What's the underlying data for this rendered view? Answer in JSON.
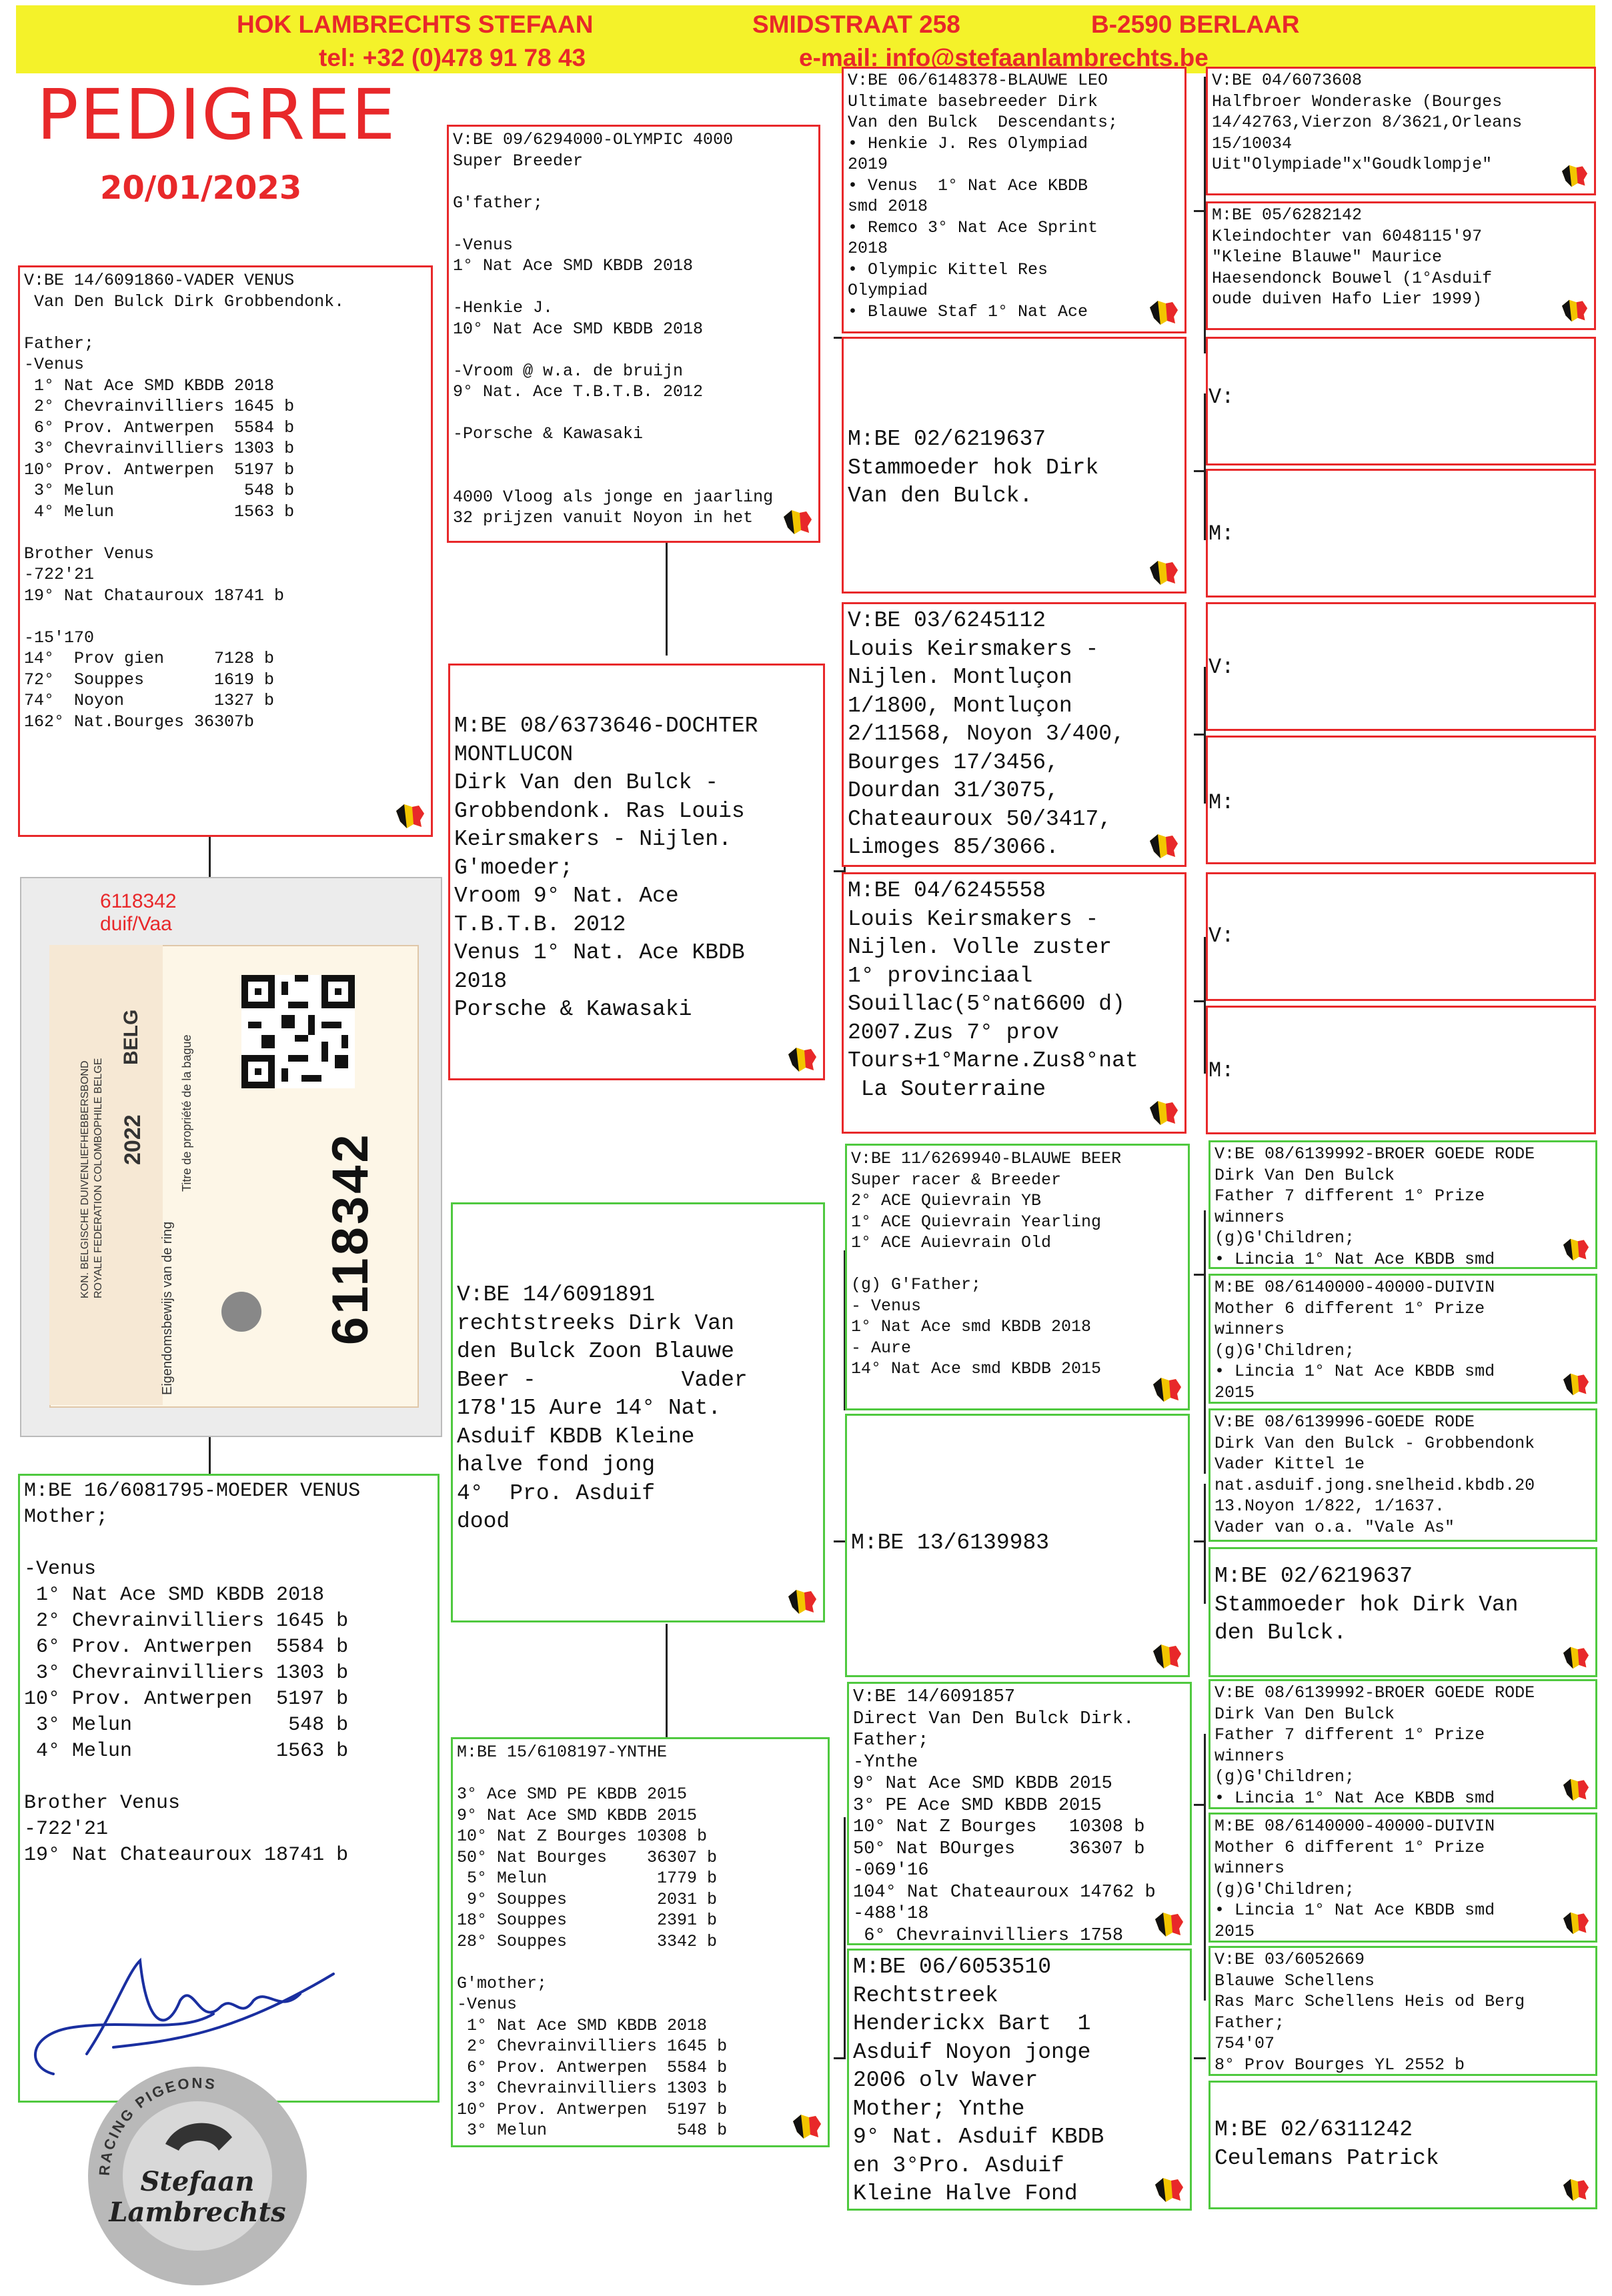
{
  "header": {
    "name": "HOK LAMBRECHTS STEFAAN",
    "street": "SMIDSTRAAT 258",
    "city": "B-2590  BERLAAR",
    "tel": "tel: +32 (0)478 91 78 43",
    "email": "e-mail: info@stefaanlambrechts.be"
  },
  "title": "PEDIGREE",
  "date": "20/01/2023",
  "ring_card": {
    "overlay": "6118342\nduif/Vaa",
    "org": "KON. BELGISCHE DUIVENLIEFHEBBERSBOND\nROYALE FEDERATION COLOMBOPHILE BELGE",
    "year": "2022",
    "country": "BELG",
    "ownership_nl": "Eigendomsbewijs van de ring",
    "ownership_fr": "Titre de propriété de la bague",
    "number": "6118342"
  },
  "seal": {
    "line1": "Stefaan",
    "line2": "Lambrechts",
    "ring_text": "RACING PIGEONS"
  },
  "colors": {
    "accent": "#e8282a",
    "header_bg": "#f4f22a",
    "box_green": "#4fc93f"
  },
  "icons": [
    "belgium-map-icon"
  ],
  "subject": {
    "sire": "V:BE 14/6091860-VADER VENUS\n Van Den Bulck Dirk Grobbendonk.\n\nFather;\n-Venus\n 1° Nat Ace SMD KBDB 2018\n 2° Chevrainvilliers 1645 b\n 6° Prov. Antwerpen  5584 b\n 3° Chevrainvilliers 1303 b\n10° Prov. Antwerpen  5197 b\n 3° Melun             548 b\n 4° Melun            1563 b\n\nBrother Venus\n-722'21\n19° Nat Chatauroux 18741 b\n\n-15'170\n14°  Prov gien     7128 b\n72°  Souppes       1619 b\n74°  Noyon         1327 b\n162° Nat.Bourges 36307b",
    "dam": "M:BE 16/6081795-MOEDER VENUS\nMother;\n\n-Venus\n 1° Nat Ace SMD KBDB 2018\n 2° Chevrainvilliers 1645 b\n 6° Prov. Antwerpen  5584 b\n 3° Chevrainvilliers 1303 b\n10° Prov. Antwerpen  5197 b\n 3° Melun             548 b\n 4° Melun            1563 b\n\nBrother Venus\n-722'21\n19° Nat Chateauroux 18741 b"
  },
  "gen1": {
    "vv": "V:BE 09/6294000-OLYMPIC 4000\nSuper Breeder\n\nG'father;\n\n-Venus\n1° Nat Ace SMD KBDB 2018\n\n-Henkie J.\n10° Nat Ace SMD KBDB 2018\n\n-Vroom @ w.a. de bruijn\n9° Nat. Ace T.B.T.B. 2012\n\n-Porsche & Kawasaki\n\n\n4000 Vloog als jonge en jaarling\n32 prijzen vanuit Noyon in het",
    "vm": "M:BE 08/6373646-DOCHTER\nMONTLUCON\nDirk Van den Bulck -\nGrobbendonk. Ras Louis\nKeirsmakers - Nijlen.\nG'moeder;\nVroom 9° Nat. Ace\nT.B.T.B. 2012\nVenus 1° Nat. Ace KBDB\n2018\nPorsche & Kawasaki",
    "mv": "V:BE 14/6091891\nrechtstreeks Dirk Van\nden Bulck Zoon Blauwe\nBeer -           Vader\n178'15 Aure 14° Nat.\nAsduif KBDB Kleine\nhalve fond jong\n4°  Pro. Asduif\ndood",
    "mm": "M:BE 15/6108197-YNTHE\n\n3° Ace SMD PE KBDB 2015\n9° Nat Ace SMD KBDB 2015\n10° Nat Z Bourges 10308 b\n50° Nat Bourges    36307 b\n 5° Melun           1779 b\n 9° Souppes         2031 b\n18° Souppes         2391 b\n28° Souppes         3342 b\n\nG'mother;\n-Venus\n 1° Nat Ace SMD KBDB 2018\n 2° Chevrainvilliers 1645 b\n 6° Prov. Antwerpen  5584 b\n 3° Chevrainvilliers 1303 b\n10° Prov. Antwerpen  5197 b\n 3° Melun             548 b"
  },
  "gen2": {
    "a": "V:BE 06/6148378-BLAUWE LEO\nUltimate basebreeder Dirk\nVan den Bulck  Descendants;\n• Henkie J. Res Olympiad\n2019\n• Venus  1° Nat Ace KBDB\nsmd 2018\n• Remco 3° Nat Ace Sprint\n2018\n• Olympic Kittel Res\nOlympiad\n• Blauwe Staf 1° Nat Ace",
    "b": "M:BE 02/6219637\nStammoeder hok Dirk\nVan den Bulck.",
    "c": "V:BE 03/6245112\nLouis Keirsmakers -\nNijlen. Montluçon\n1/1800, Montluçon\n2/11568, Noyon 3/400,\nBourges 17/3456,\nDourdan 31/3075,\nChateauroux 50/3417,\nLimoges 85/3066.",
    "d": "M:BE 04/6245558\nLouis Keirsmakers -\nNijlen. Volle zuster\n1° provinciaal\nSouillac(5°nat6600 d)\n2007.Zus 7° prov\nTours+1°Marne.Zus8°nat\n La Souterraine",
    "e": "V:BE 11/6269940-BLAUWE BEER\nSuper racer & Breeder\n2° ACE Quievrain YB\n1° ACE Quievrain Yearling\n1° ACE Auievrain Old\n\n(g) G'Father;\n- Venus\n1° Nat Ace smd KBDB 2018\n- Aure\n14° Nat Ace smd KBDB 2015",
    "f": "M:BE 13/6139983",
    "g": "V:BE 14/6091857\nDirect Van Den Bulck Dirk.\nFather;\n-Ynthe\n9° Nat Ace SMD KBDB 2015\n3° PE Ace SMD KBDB 2015\n10° Nat Z Bourges   10308 b\n50° Nat BOurges     36307 b\n-069'16\n104° Nat Chateauroux 14762 b\n-488'18\n 6° Chevrainvilliers 1758",
    "h": "M:BE 06/6053510\nRechtstreek\nHenderickx Bart  1\nAsduif Noyon jonge\n2006 olv Waver\nMother; Ynthe\n9° Nat. Asduif KBDB\nen 3°Pro. Asduif\nKleine Halve Fond"
  },
  "gen3": {
    "a1": "V:BE 04/6073608\nHalfbroer Wonderaske (Bourges\n14/42763,Vierzon 8/3621,Orleans\n15/10034\nUit\"Olympiade\"x\"Goudklompje\"",
    "a2": "M:BE 05/6282142\nKleindochter van 6048115'97\n\"Kleine Blauwe\" Maurice\nHaesendonck Bouwel (1°Asduif\noude duiven Hafo Lier 1999)",
    "v_label": "V:",
    "m_label": "M:",
    "e1": "V:BE 08/6139992-BROER GOEDE RODE\nDirk Van Den Bulck\nFather 7 different 1° Prize\nwinners\n(g)G'Children;\n• Lincia 1° Nat Ace KBDB smd",
    "e2": "M:BE 08/6140000-40000-DUIVIN\nMother 6 different 1° Prize\nwinners\n(g)G'Children;\n• Lincia 1° Nat Ace KBDB smd\n2015",
    "f1": "V:BE 08/6139996-GOEDE RODE\nDirk Van den Bulck - Grobbendonk\nVader Kittel 1e\nnat.asduif.jong.snelheid.kbdb.20\n13.Noyon 1/822, 1/1637.\nVader van o.a. \"Vale As\"",
    "f2": "M:BE 02/6219637\nStammoeder hok Dirk Van\nden Bulck.",
    "g1": "V:BE 08/6139992-BROER GOEDE RODE\nDirk Van Den Bulck\nFather 7 different 1° Prize\nwinners\n(g)G'Children;\n• Lincia 1° Nat Ace KBDB smd",
    "g2": "M:BE 08/6140000-40000-DUIVIN\nMother 6 different 1° Prize\nwinners\n(g)G'Children;\n• Lincia 1° Nat Ace KBDB smd\n2015",
    "h1": "V:BE 03/6052669\nBlauwe Schellens\nRas Marc Schellens Heis od Berg\nFather;\n754'07\n8° Prov Bourges YL 2552 b",
    "h2": "M:BE 02/6311242\nCeulemans Patrick"
  }
}
